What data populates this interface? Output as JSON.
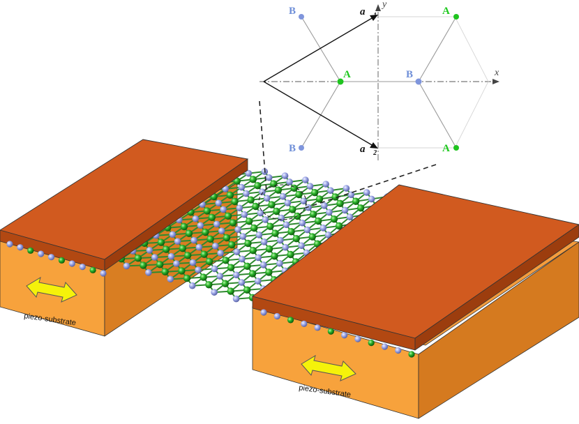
{
  "colors": {
    "atom_a": "#22c322",
    "atom_b": "#9aa6e6",
    "electrode_top": "#d15a1f",
    "electrode_side": "#a8400f",
    "substrate_top": "#f39a3a",
    "substrate_front": "#f7a23c",
    "substrate_side": "#d57a1f",
    "arrow": "#f5f20a",
    "label_a": "#1ec81e",
    "label_b": "#6f8fd8"
  },
  "icons": {
    "left_strain_arrow": "double-headed-arrow-icon",
    "right_strain_arrow": "double-headed-arrow-icon"
  },
  "inset": {
    "axis_x": "x",
    "axis_y": "y",
    "vector_a1": "a⃗",
    "vector_a1_sub": "1",
    "vector_a2": "a⃗",
    "vector_a2_sub": "2",
    "site_labels": {
      "b_top_left": "B",
      "a_top_right": "A",
      "a_center": "A",
      "b_center": "B",
      "b_bottom_left": "B",
      "a_bottom_right": "A"
    }
  },
  "left_substrate": {
    "label": "piezo-substrate"
  },
  "right_substrate": {
    "label": "piezo-substrate"
  }
}
